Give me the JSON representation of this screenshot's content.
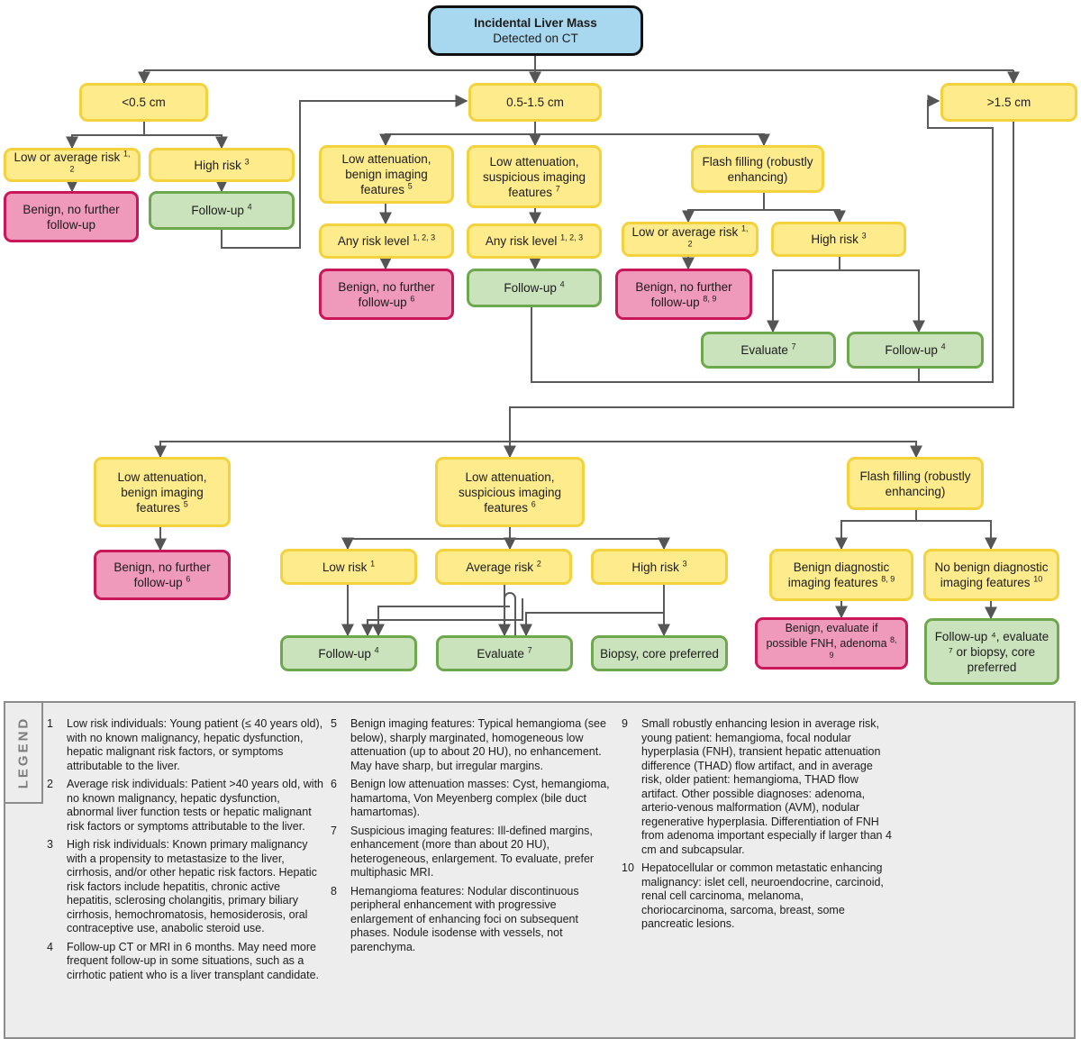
{
  "nodes": {
    "root": {
      "title": "Incidental Liver Mass",
      "subtitle": "Detected on CT"
    },
    "size_small": {
      "text": "<0.5 cm"
    },
    "size_mid": {
      "text": "0.5-1.5 cm"
    },
    "size_large": {
      "text": ">1.5 cm"
    },
    "s_low_avg": {
      "text": "Low or average risk",
      "sup": "1, 2"
    },
    "s_high": {
      "text": "High risk",
      "sup": "3"
    },
    "s_benign": {
      "text": "Benign, no further follow-up"
    },
    "s_followup": {
      "text": "Follow-up",
      "sup": "4"
    },
    "m_lowatt_benign": {
      "text": "Low attenuation, benign imaging features",
      "sup": "5"
    },
    "m_lowatt_susp": {
      "text": "Low attenuation, suspicious imaging features",
      "sup": "7"
    },
    "m_flash": {
      "text": "Flash filling (robustly enhancing)"
    },
    "m_any1": {
      "text": "Any risk level",
      "sup": "1, 2, 3"
    },
    "m_any2": {
      "text": "Any risk level",
      "sup": "1, 2, 3"
    },
    "m_low_avg": {
      "text": "Low or average risk",
      "sup": "1, 2"
    },
    "m_high": {
      "text": "High risk",
      "sup": "3"
    },
    "m_benign6": {
      "text": "Benign, no further follow-up",
      "sup": "6"
    },
    "m_followup": {
      "text": "Follow-up",
      "sup": "4"
    },
    "m_benign89": {
      "text": "Benign, no further follow-up",
      "sup": "8, 9"
    },
    "m_evaluate": {
      "text": "Evaluate",
      "sup": "7"
    },
    "m_followup2": {
      "text": "Follow-up",
      "sup": "4"
    },
    "l_lowatt_benign": {
      "text": "Low attenuation, benign imaging features",
      "sup": "5"
    },
    "l_lowatt_susp": {
      "text": "Low attenuation, suspicious imaging features",
      "sup": "6"
    },
    "l_flash": {
      "text": "Flash filling (robustly enhancing)"
    },
    "l_benign6": {
      "text": "Benign, no further follow-up",
      "sup": "6"
    },
    "l_low": {
      "text": "Low risk",
      "sup": "1"
    },
    "l_avg": {
      "text": "Average risk",
      "sup": "2"
    },
    "l_high": {
      "text": "High risk",
      "sup": "3"
    },
    "l_benign_diag": {
      "text": "Benign diagnostic imaging features",
      "sup": "8, 9"
    },
    "l_no_benign_diag": {
      "text": "No benign diagnostic imaging features",
      "sup": "10"
    },
    "l_followup": {
      "text": "Follow-up",
      "sup": "4"
    },
    "l_evaluate": {
      "text": "Evaluate",
      "sup": "7"
    },
    "l_biopsy": {
      "text": "Biopsy, core preferred"
    },
    "l_benign_eval": {
      "text": "Benign, evaluate if possible FNH, adenoma",
      "sup": "8, 9"
    },
    "l_followup_mix": {
      "text": "Follow-up ⁴, evaluate ⁷ or biopsy, core preferred"
    }
  },
  "legend": {
    "title": "LEGEND",
    "items": [
      {
        "num": "1",
        "text": "Low risk individuals: Young patient (≤ 40 years old), with no known malignancy, hepatic dysfunction, hepatic malignant risk factors, or symptoms attributable to the liver."
      },
      {
        "num": "2",
        "text": "Average risk individuals: Patient >40 years old, with no known malignancy, hepatic dysfunction, abnormal liver function tests or hepatic malignant risk factors or symptoms attributable to the liver."
      },
      {
        "num": "3",
        "text": "High risk individuals: Known primary malignancy with a propensity to metastasize to the liver, cirrhosis, and/or other hepatic risk factors. Hepatic risk factors include hepatitis, chronic active hepatitis, sclerosing cholangitis, primary biliary cirrhosis, hemochromatosis, hemosiderosis, oral contraceptive use, anabolic steroid use."
      },
      {
        "num": "4",
        "text": "Follow-up CT or MRI in 6 months. May need more frequent follow-up in some situations, such as a cirrhotic patient who is a liver transplant candidate."
      },
      {
        "num": "5",
        "text": "Benign imaging features: Typical hemangioma (see below), sharply marginated, homogeneous low attenuation (up to about 20 HU), no enhancement. May have sharp, but irregular margins."
      },
      {
        "num": "6",
        "text": "Benign low attenuation masses: Cyst, hemangioma, hamartoma, Von Meyenberg complex (bile duct hamartomas)."
      },
      {
        "num": "7",
        "text": "Suspicious imaging features: Ill-defined margins, enhancement (more than about 20 HU), heterogeneous, enlargement. To evaluate, prefer multiphasic MRI."
      },
      {
        "num": "8",
        "text": "Hemangioma features: Nodular discontinuous peripheral enhancement with progressive enlargement of enhancing foci on subsequent phases. Nodule isodense with vessels, not parenchyma."
      },
      {
        "num": "9",
        "text": "Small robustly enhancing lesion in average risk, young patient: hemangioma, focal nodular hyperplasia (FNH), transient hepatic attenuation difference (THAD) flow artifact, and in average risk, older patient: hemangioma, THAD flow artifact. Other possible diagnoses: adenoma, arterio-venous malformation (AVM), nodular regenerative hyperplasia. Differentiation of FNH from adenoma important especially if larger than 4 cm and subcapsular."
      },
      {
        "num": "10",
        "text": "Hepatocellular or common metastatic enhancing malignancy: islet cell, neuroendocrine, carcinoid, renal cell carcinoma, melanoma, choriocarcinoma, sarcoma, breast, some pancreatic lesions."
      }
    ]
  }
}
